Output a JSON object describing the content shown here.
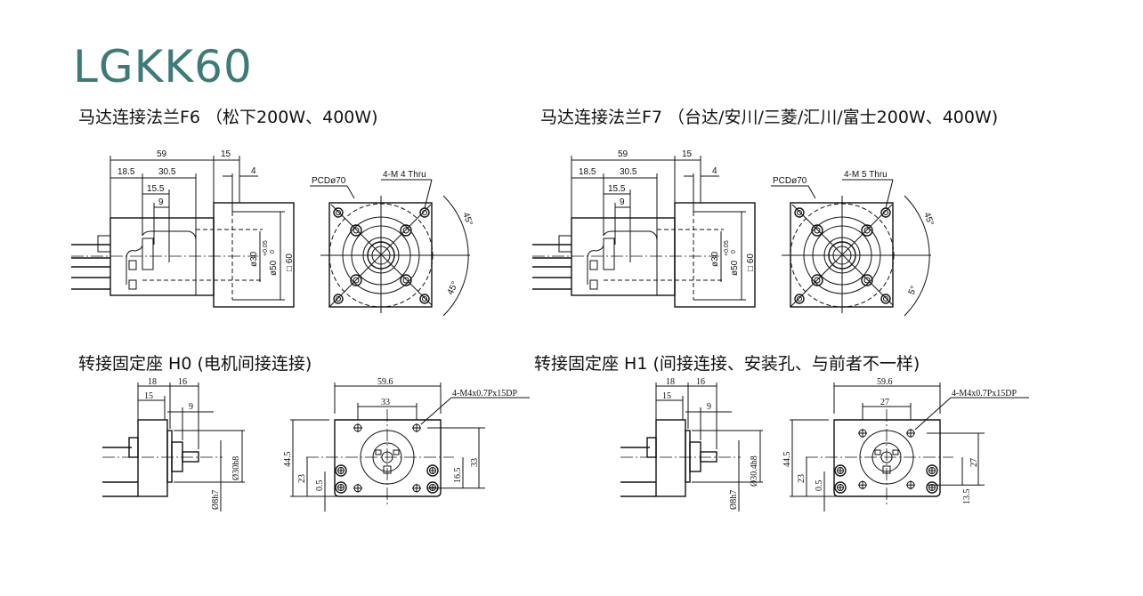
{
  "title": "LGKK60",
  "sections": {
    "f6": {
      "heading": "马达连接法兰F6 （松下200W、400W)",
      "dims": {
        "d59": "59",
        "d15": "15",
        "d4": "4",
        "d185": "18.5",
        "d305": "30.5",
        "d155": "15.5",
        "d9": "9",
        "phi30": "ø30",
        "phi50": "ø50",
        "tol": "+0.05",
        "tol0": "0",
        "sq60": "□ 60",
        "pcd": "PCDø70",
        "holes": "4-M 4 Thru",
        "ang1": "45°",
        "ang2": "45°"
      }
    },
    "f7": {
      "heading": "马达连接法兰F7 （台达/安川/三菱/汇川/富士200W、400W)",
      "dims": {
        "d59": "59",
        "d15": "15",
        "d4": "4",
        "d185": "18.5",
        "d305": "30.5",
        "d155": "15.5",
        "d9": "9",
        "phi30": "ø30",
        "phi50": "ø50",
        "tol": "+0.05",
        "tol0": "0",
        "sq60": "□ 60",
        "pcd": "PCDø70",
        "holes": "4-M 5 Thru",
        "ang1": "45°",
        "ang2": "5°"
      }
    },
    "h0": {
      "heading": "转接固定座 H0 (电机间接连接)",
      "dims": {
        "d18": "18",
        "d16": "16",
        "d15": "15",
        "d9": "9",
        "phiA": "Ø30h8",
        "phiB": "Ø8h7",
        "w": "59.6",
        "pitch": "33",
        "h": "44.5",
        "c": "23",
        "off": "0.5",
        "hp": "16.5",
        "vp": "33",
        "holes": "4-M4x0.7Px15DP"
      }
    },
    "h1": {
      "heading": "转接固定座 H1 (间接连接、安装孔、与前者不一样)",
      "dims": {
        "d18": "18",
        "d16": "16",
        "d15": "15",
        "d9": "9",
        "phiA": "Ø30.4h8",
        "phiB": "Ø8h7",
        "w": "59.6",
        "pitch": "27",
        "h": "44.5",
        "c": "23",
        "off": "0.5",
        "hp": "13.5",
        "vp": "27",
        "holes": "4-M4x0.7Px15DP"
      }
    }
  },
  "colors": {
    "title": "#3d7a78"
  }
}
